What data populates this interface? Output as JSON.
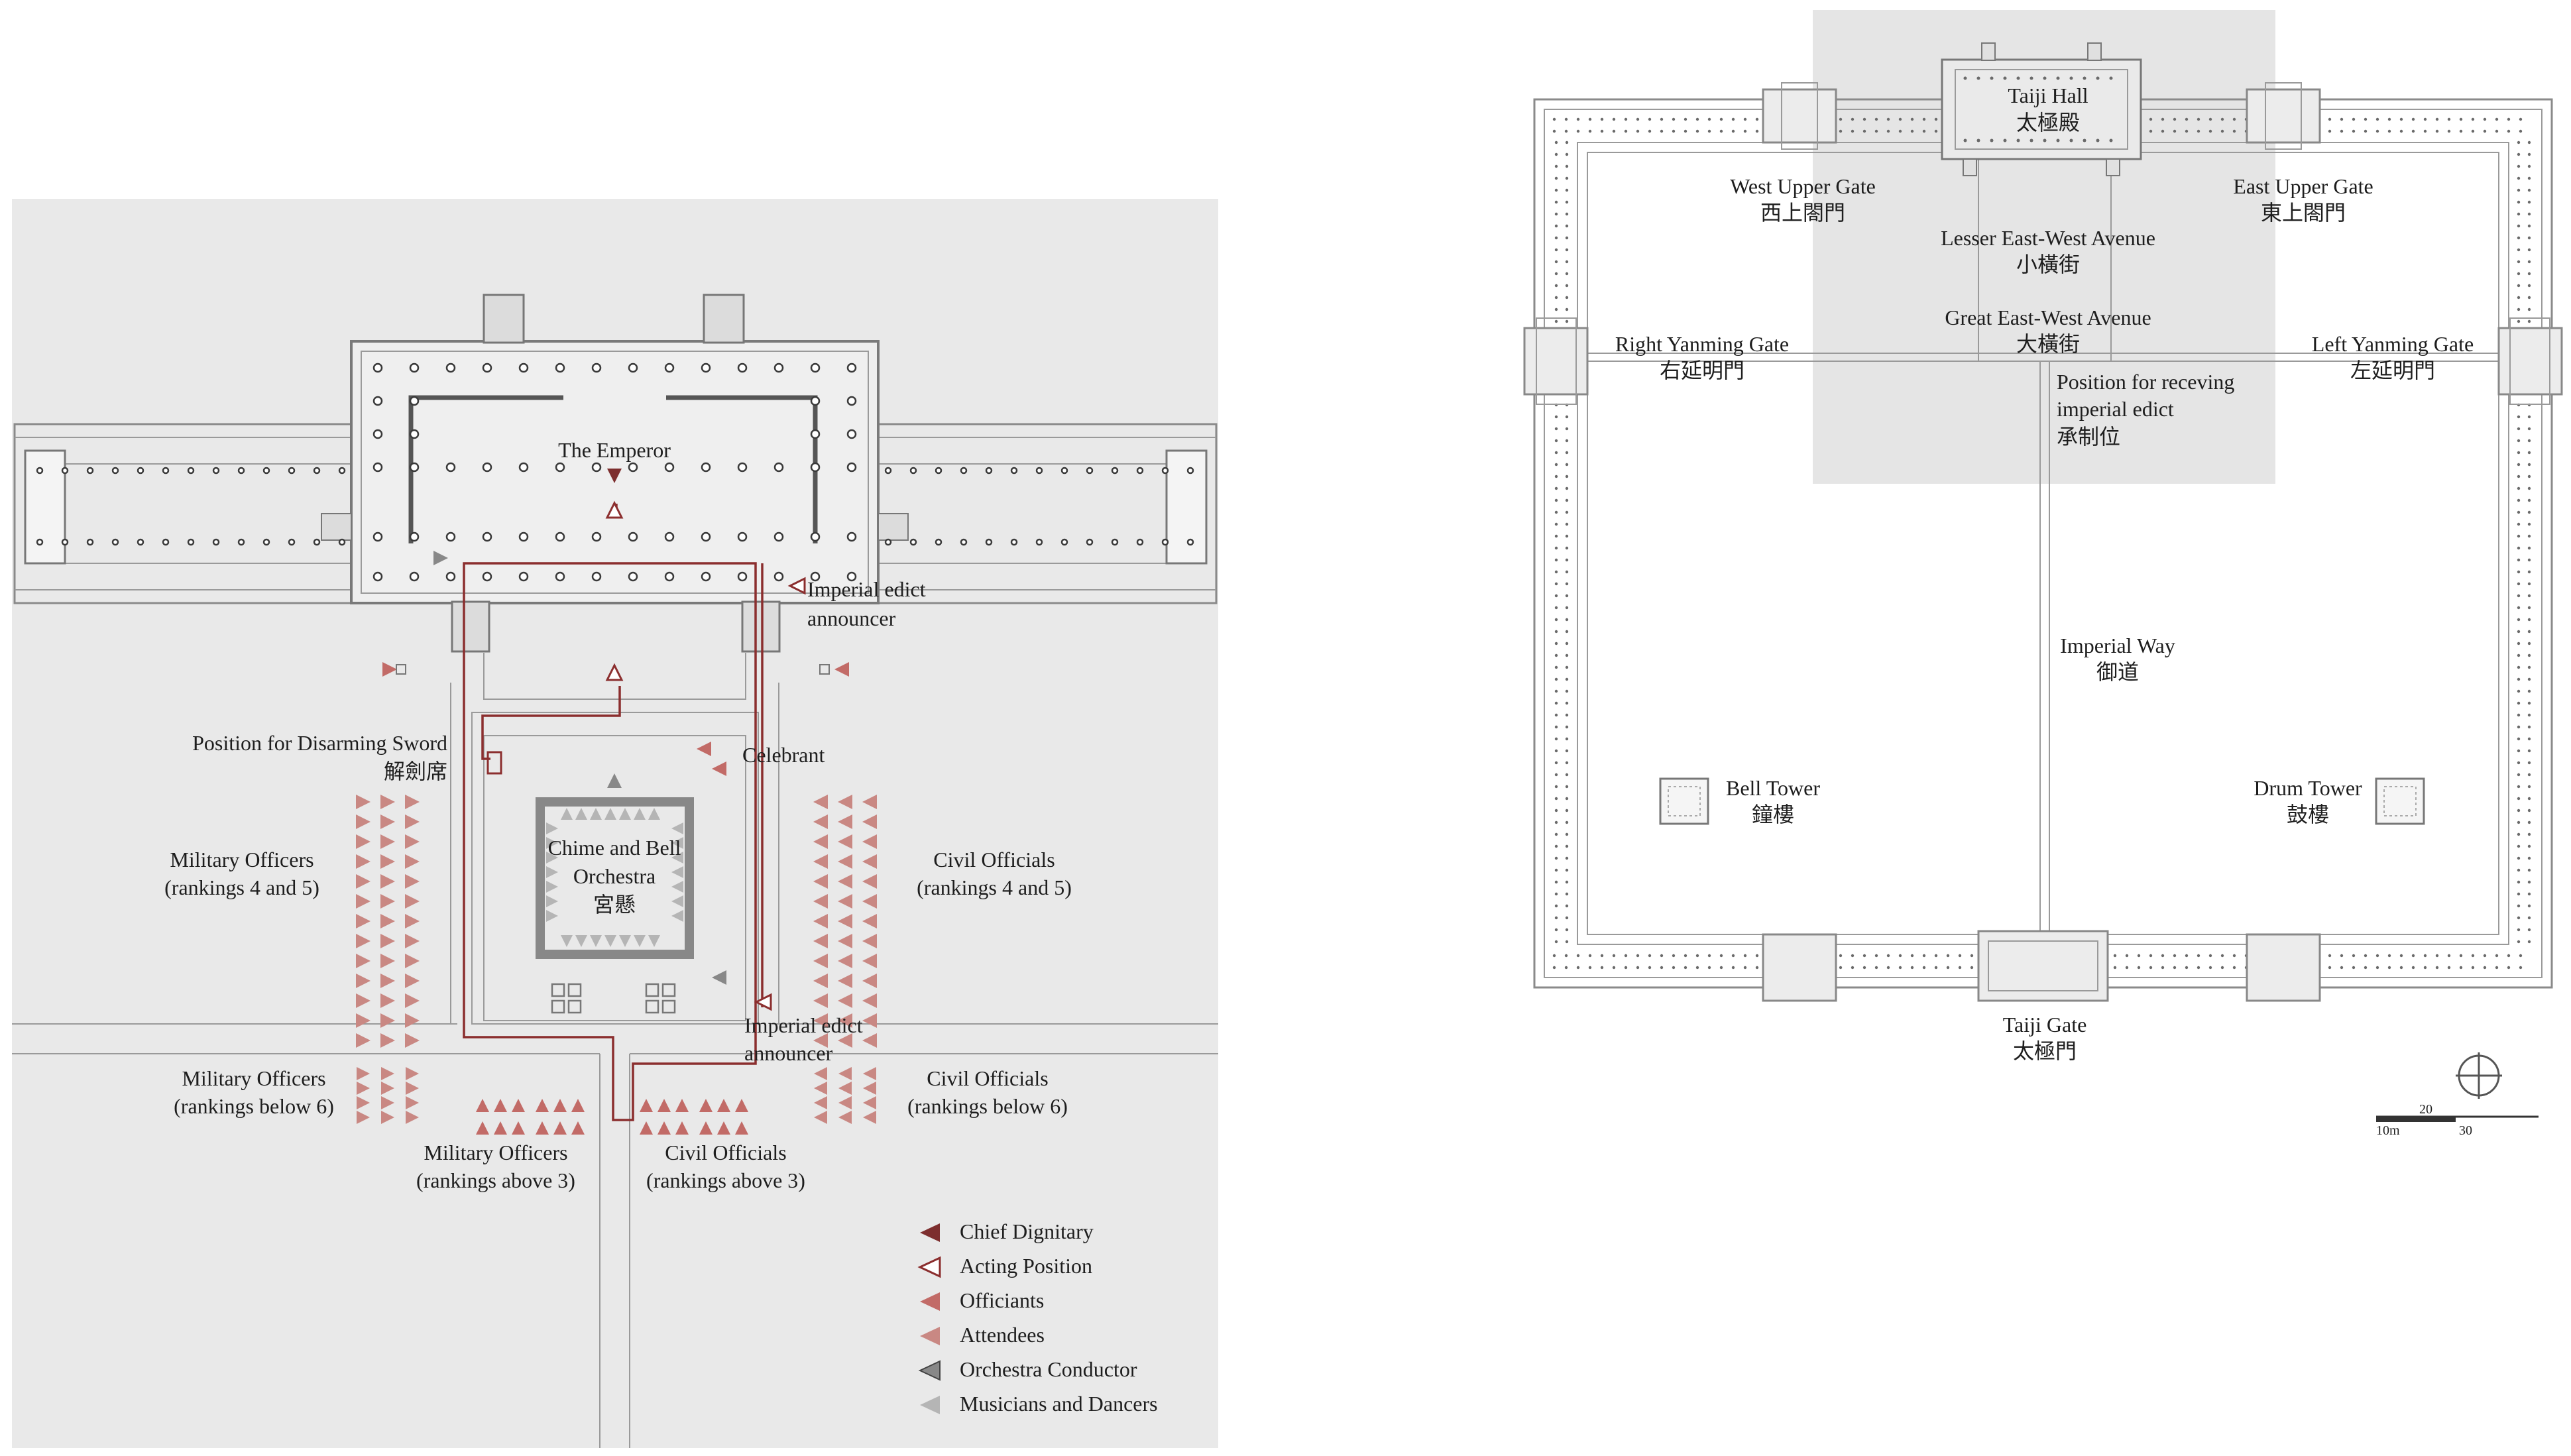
{
  "left_plan": {
    "emperor": "The Emperor",
    "edict_announcer_top": [
      "Imperial edict",
      "announcer"
    ],
    "disarming": [
      "Position for Disarming Sword",
      "解劍席"
    ],
    "celebrant": "Celebrant",
    "orchestra": [
      "Chime and Bell",
      "Orchestra",
      "宮懸"
    ],
    "military_4_5": [
      "Military Officers",
      "(rankings 4 and 5)"
    ],
    "civil_4_5": [
      "Civil Officials",
      "(rankings 4 and 5)"
    ],
    "edict_announcer_bottom": [
      "Imperial edict",
      "announcer"
    ],
    "military_below6": [
      "Military Officers",
      "(rankings below 6)"
    ],
    "civil_below6": [
      "Civil Officials",
      "(rankings below 6)"
    ],
    "military_above3": [
      "Military Officers",
      "(rankings above 3)"
    ],
    "civil_above3": [
      "Civil Officials",
      "(rankings above 3)"
    ]
  },
  "legend": [
    {
      "label": "Chief Dignitary",
      "color": "#7d2e2e"
    },
    {
      "label": "Acting Position",
      "color": "#ffffff"
    },
    {
      "label": "Officiants",
      "color": "#c26b67"
    },
    {
      "label": "Attendees",
      "color": "#c98883"
    },
    {
      "label": "Orchestra Conductor",
      "color": "#888888"
    },
    {
      "label": "Musicians and Dancers",
      "color": "#b5b5b5"
    }
  ],
  "right_plan": {
    "taiji_hall": [
      "Taiji Hall",
      "太極殿"
    ],
    "west_upper_gate": [
      "West Upper Gate",
      "西上閤門"
    ],
    "east_upper_gate": [
      "East Upper Gate",
      "東上閤門"
    ],
    "lesser_avenue": [
      "Lesser East-West Avenue",
      "小橫街"
    ],
    "great_avenue": [
      "Great East-West Avenue",
      "大橫街"
    ],
    "right_yanming": [
      "Right Yanming Gate",
      "右延明門"
    ],
    "left_yanming": [
      "Left Yanming Gate",
      "左延明門"
    ],
    "edict_position": [
      "Position for receving",
      "imperial edict",
      "承制位"
    ],
    "imperial_way": [
      "Imperial Way",
      "御道"
    ],
    "bell_tower": [
      "Bell Tower",
      "鐘樓"
    ],
    "drum_tower": [
      "Drum Tower",
      "鼓樓"
    ],
    "taiji_gate": [
      "Taiji Gate",
      "太極門"
    ],
    "scale": [
      "20",
      "10m",
      "30"
    ]
  }
}
